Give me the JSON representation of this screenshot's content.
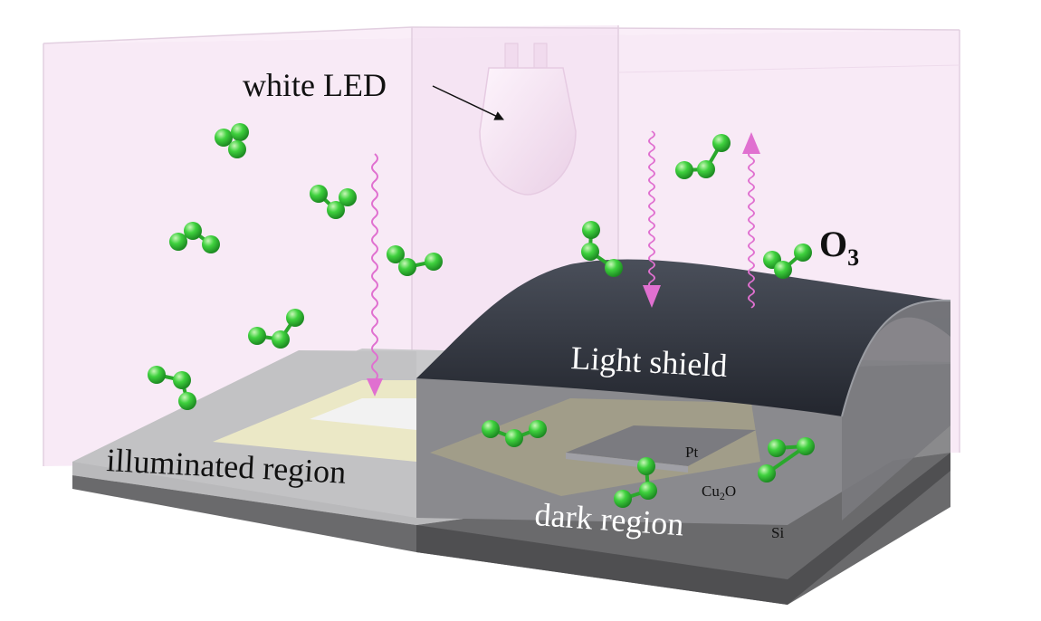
{
  "labels": {
    "white_led": "white LED",
    "o3": "O",
    "o3_sub": "3",
    "light_shield": "Light shield",
    "illuminated_region": "illuminated region",
    "dark_region": "dark region",
    "pt": "Pt",
    "cu2o_prefix": "Cu",
    "cu2o_sub": "2",
    "cu2o_suffix": "O",
    "si": "Si"
  },
  "colors": {
    "chamber_tint": "#f7e3f3",
    "light_wave": "#e070d0",
    "ozone_atom": "#39c83a",
    "light_shield": "#2d313c",
    "substrate": "#5e5e60",
    "cu2o_film": "#e9e6c2"
  }
}
